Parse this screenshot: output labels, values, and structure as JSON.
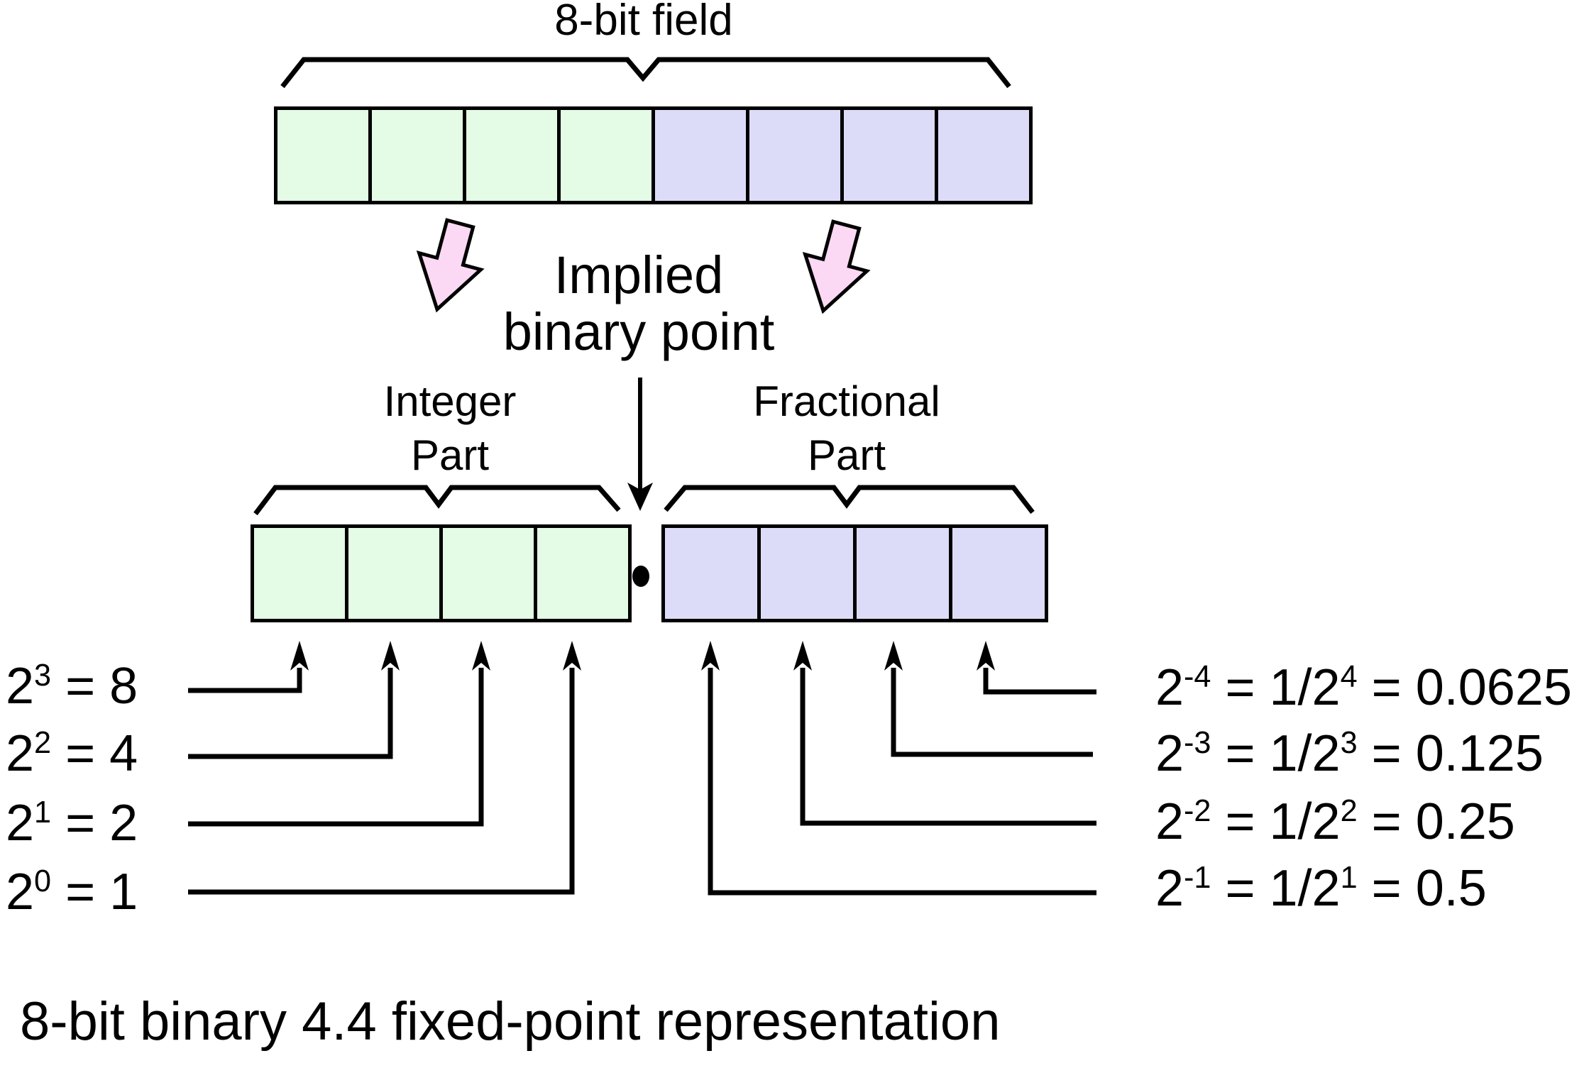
{
  "title": "8-bit field",
  "implied_point": {
    "line1": "Implied",
    "line2": "binary point"
  },
  "integer_section": {
    "line1": "Integer",
    "line2": "Part",
    "bit_count": 4
  },
  "fractional_section": {
    "line1": "Fractional",
    "line2": "Part",
    "bit_count": 4
  },
  "integer_weights": [
    {
      "base": "2",
      "exp": "3",
      "eq": " = 8"
    },
    {
      "base": "2",
      "exp": "2",
      "eq": " = 4"
    },
    {
      "base": "2",
      "exp": "1",
      "eq": " = 2"
    },
    {
      "base": "2",
      "exp": "0",
      "eq": " = 1"
    }
  ],
  "fractional_weights": [
    {
      "base": "2",
      "exp": "-4",
      "mid": " = 1/2",
      "exp2": "4",
      "eq": " = 0.0625"
    },
    {
      "base": "2",
      "exp": "-3",
      "mid": " = 1/2",
      "exp2": "3",
      "eq": " = 0.125"
    },
    {
      "base": "2",
      "exp": "-2",
      "mid": " = 1/2",
      "exp2": "2",
      "eq": " = 0.25"
    },
    {
      "base": "2",
      "exp": "-1",
      "mid": " = 1/2",
      "exp2": "1",
      "eq": " = 0.5"
    }
  ],
  "caption": "8-bit binary 4.4 fixed-point representation",
  "colors": {
    "integer_cell": "#e4fbe5",
    "fractional_cell": "#dddcf8",
    "pink_arrow": "#fbd9f4",
    "ink": "#000000"
  }
}
